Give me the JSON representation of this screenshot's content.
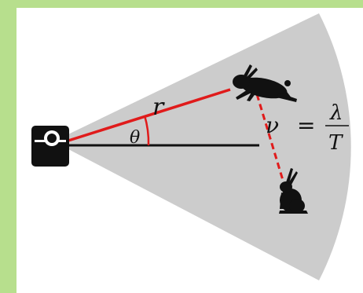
{
  "diagram": {
    "labels": {
      "distance": "r",
      "angle": "θ",
      "velocity_symbol": "ν",
      "equals": "=",
      "numerator": "λ",
      "denominator": "T"
    },
    "colors": {
      "frame_accent": "#b7df8d",
      "field_of_view": "#cccccc",
      "ray": "#e01b1b",
      "baseline": "#111111",
      "camera": "#111111",
      "animal": "#111111"
    },
    "icons": {
      "camera": "camera-icon",
      "running_hare": "running-hare-icon",
      "sitting_hare": "sitting-hare-icon"
    }
  }
}
